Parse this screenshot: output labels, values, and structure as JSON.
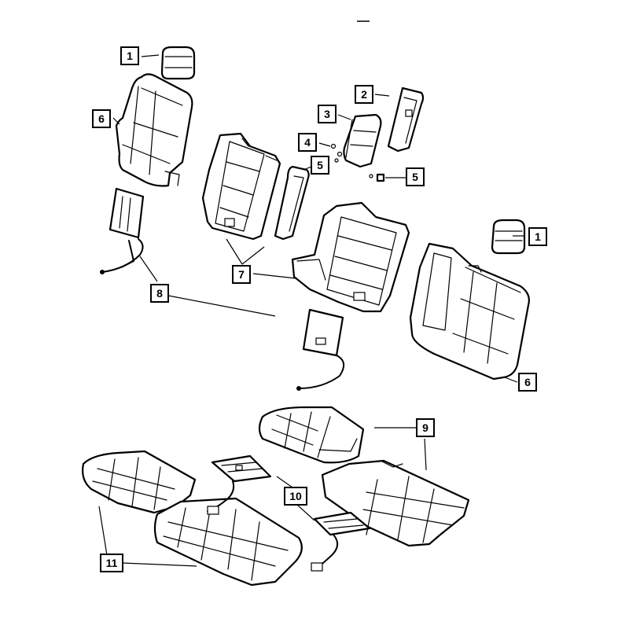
{
  "diagram": {
    "callouts": [
      {
        "id": "c1a",
        "label": "1"
      },
      {
        "id": "c1b",
        "label": "1"
      },
      {
        "id": "c2",
        "label": "2"
      },
      {
        "id": "c3",
        "label": "3"
      },
      {
        "id": "c4",
        "label": "4"
      },
      {
        "id": "c5a",
        "label": "5"
      },
      {
        "id": "c5b",
        "label": "5"
      },
      {
        "id": "c6a",
        "label": "6"
      },
      {
        "id": "c6b",
        "label": "6"
      },
      {
        "id": "c7",
        "label": "7"
      },
      {
        "id": "c8",
        "label": "8"
      },
      {
        "id": "c9",
        "label": "9"
      },
      {
        "id": "c10",
        "label": "10"
      },
      {
        "id": "c11",
        "label": "11"
      }
    ]
  }
}
